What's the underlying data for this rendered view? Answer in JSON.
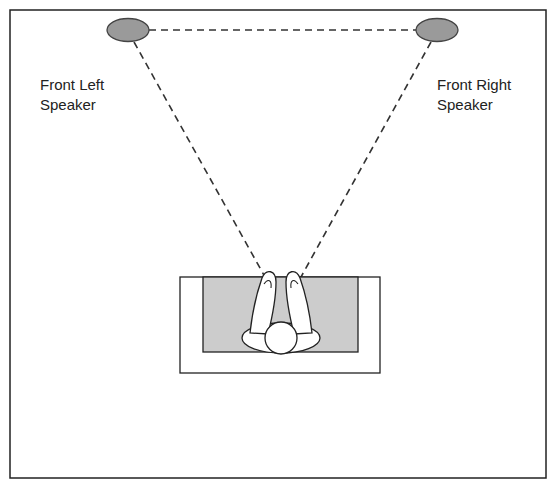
{
  "diagram": {
    "nodes": [
      {
        "text": [
          "Front Left Speaker"
        ]
      },
      {
        "text": [
          "Front Right Speaker"
        ]
      }
    ],
    "edges": [
      {
        "from": 0,
        "to": 1,
        "arrow": "none"
      }
    ]
  }
}
